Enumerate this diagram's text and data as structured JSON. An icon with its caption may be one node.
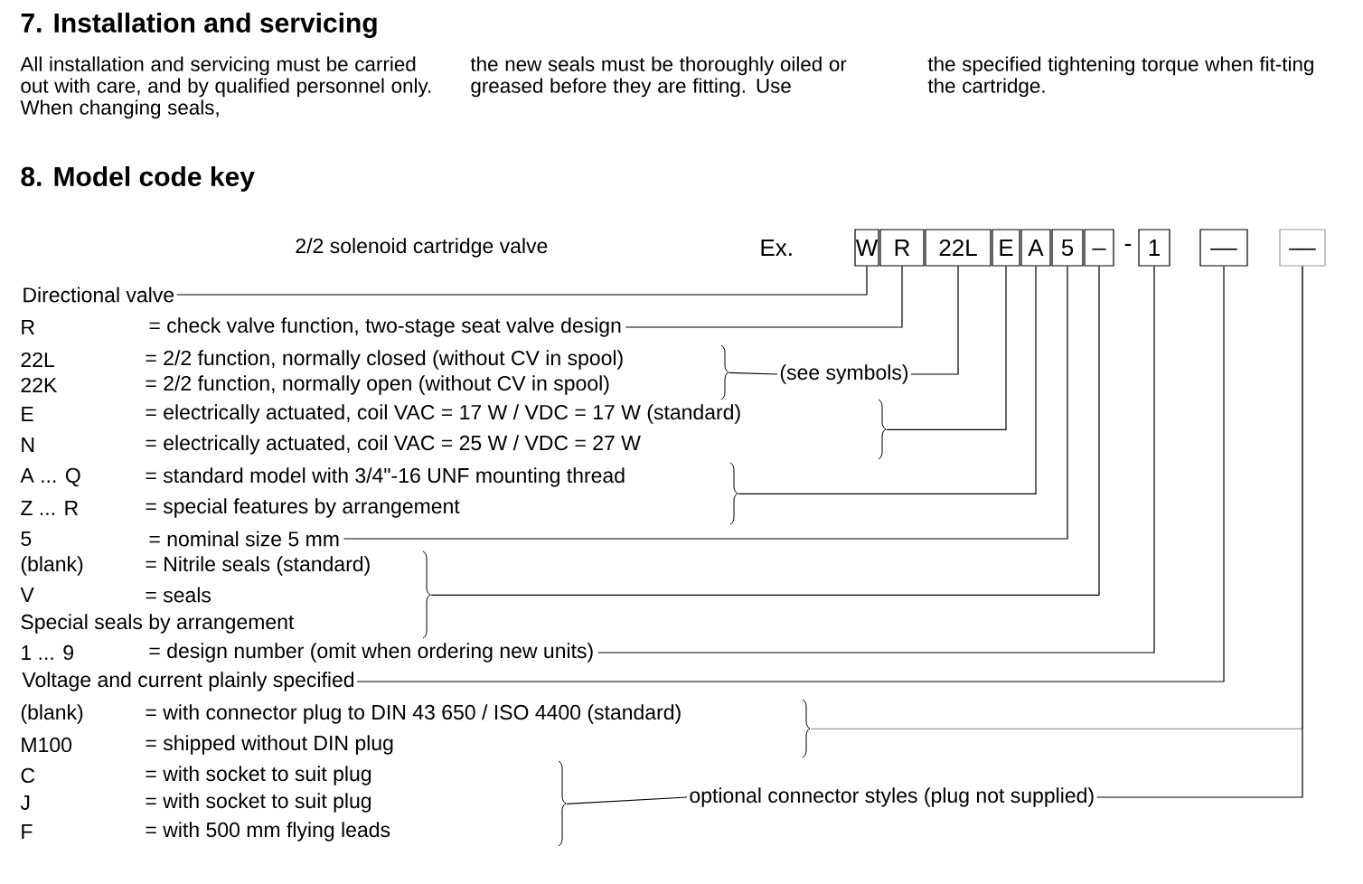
{
  "diagram": {
    "nodes": [
      {
        "text": [
          "W"
        ]
      },
      {
        "text": [
          "R"
        ]
      },
      {
        "text": [
          "22L"
        ]
      },
      {
        "text": [
          "E"
        ]
      },
      {
        "text": [
          "A"
        ]
      },
      {
        "text": [
          "5"
        ]
      },
      {
        "text": [
          "_"
        ]
      },
      {
        "text": [
          "1"
        ]
      },
      {
        "text": [
          "__"
        ]
      },
      {
        "text": [
          "__"
        ]
      },
      {
        "text": [
          "Directional valve"
        ]
      },
      {
        "text": [
          "R",
          "= check valve function, two-stage seat valve design"
        ]
      },
      {
        "text": [
          "(see symbols)"
        ]
      },
      {
        "text": [
          "22L",
          "= 2/2 function, normally closed (without CV in spool)",
          "22K",
          "= 2/2 function, normally open   (without CV in spool)"
        ]
      },
      {
        "text": [
          "E",
          "= electrically actuated, coil VAC = 17 W  /  VDC = 17 W (standard)",
          "N",
          "= electrically actuated, coil VAC = 25 W  /  VDC = 27 W"
        ]
      },
      {
        "text": [
          "A ... Q",
          "= standard model with 3/4\"-16 UNF mounting thread",
          "Z ... R",
          "= special features by arrangement"
        ]
      },
      {
        "text": [
          "5",
          "= nominal size 5 mm"
        ]
      },
      {
        "text": [
          "(blank)",
          "= Nitrile seals (standard)",
          "V",
          "= seals",
          "Special seals by arrangement"
        ]
      },
      {
        "text": [
          "1 ... 9",
          "= design number (omit when ordering new units)"
        ]
      },
      {
        "text": [
          "Voltage and current plainly specified"
        ]
      },
      {
        "text": [
          "(blank)",
          "= with connector plug to DIN 43 650 / ISO 4400 (standard)",
          "M100",
          "= shipped without DIN plug"
        ]
      },
      {
        "text": [
          "C",
          "= with socket to suit plug",
          "J",
          "= with socket to suit plug",
          "F",
          "= with 500 mm flying leads"
        ]
      },
      {
        "text": [
          "optional connector styles (plug not supplied)"
        ]
      }
    ],
    "edges": [
      {
        "from": 0,
        "to": 10,
        "arrow": "none"
      },
      {
        "from": 1,
        "to": 11,
        "arrow": "none"
      },
      {
        "from": 2,
        "to": 12,
        "arrow": "none"
      },
      {
        "from": 13,
        "to": 12,
        "arrow": "none"
      },
      {
        "from": 3,
        "to": 14,
        "arrow": "none"
      },
      {
        "from": 4,
        "to": 15,
        "arrow": "none"
      },
      {
        "from": 5,
        "to": 16,
        "arrow": "none"
      },
      {
        "from": 6,
        "to": 17,
        "arrow": "none"
      },
      {
        "from": 7,
        "to": 18,
        "arrow": "none"
      },
      {
        "from": 8,
        "to": 19,
        "arrow": "none"
      },
      {
        "from": 9,
        "to": 20,
        "arrow": "none",
        "color": "#999999"
      },
      {
        "from": 9,
        "to": 22,
        "arrow": "none"
      },
      {
        "from": 21,
        "to": 22,
        "arrow": "none"
      }
    ],
    "labels": [
      "7.  Installation and servicing",
      "All installation and servicing must be carried out with care, and by qualified personnel only. When changing seals,",
      "the new seals must be thoroughly oiled or greased before they are fitting. Use",
      "the specified tightening torque when fit-ting the cartridge.",
      "8.  Model code key",
      "2/2 solenoid cartridge valve",
      "Ex.",
      "-"
    ]
  }
}
